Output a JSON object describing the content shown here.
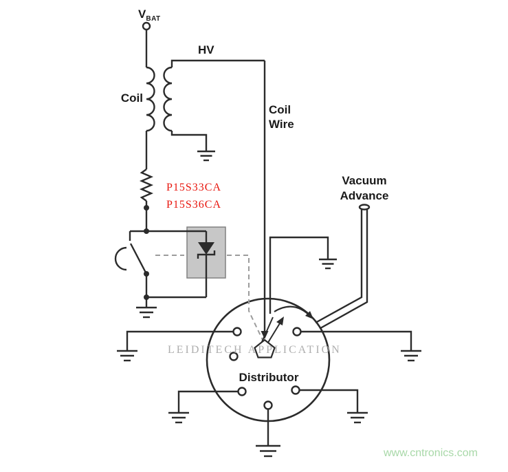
{
  "labels": {
    "vbat_main": "V",
    "vbat_sub": "BAT",
    "coil": "Coil",
    "hv": "HV",
    "coil_wire_line1": "Coil",
    "coil_wire_line2": "Wire",
    "vacuum_line1": "Vacuum",
    "vacuum_line2": "Advance",
    "distributor": "Distributor"
  },
  "part_numbers": {
    "line1": "P15S33CA",
    "line2": "P15S36CA"
  },
  "watermarks": {
    "vendor_text": "LEIDITECH APPLICATION",
    "site_text": "www.cntronics.com"
  },
  "colors": {
    "wire": "#2b2b2b",
    "part_number_red": "#e8150d",
    "site_green": "#a8d8a8",
    "vendor_gray": "#a0a0a0",
    "tvs_box_fill": "#c7c7c7"
  }
}
